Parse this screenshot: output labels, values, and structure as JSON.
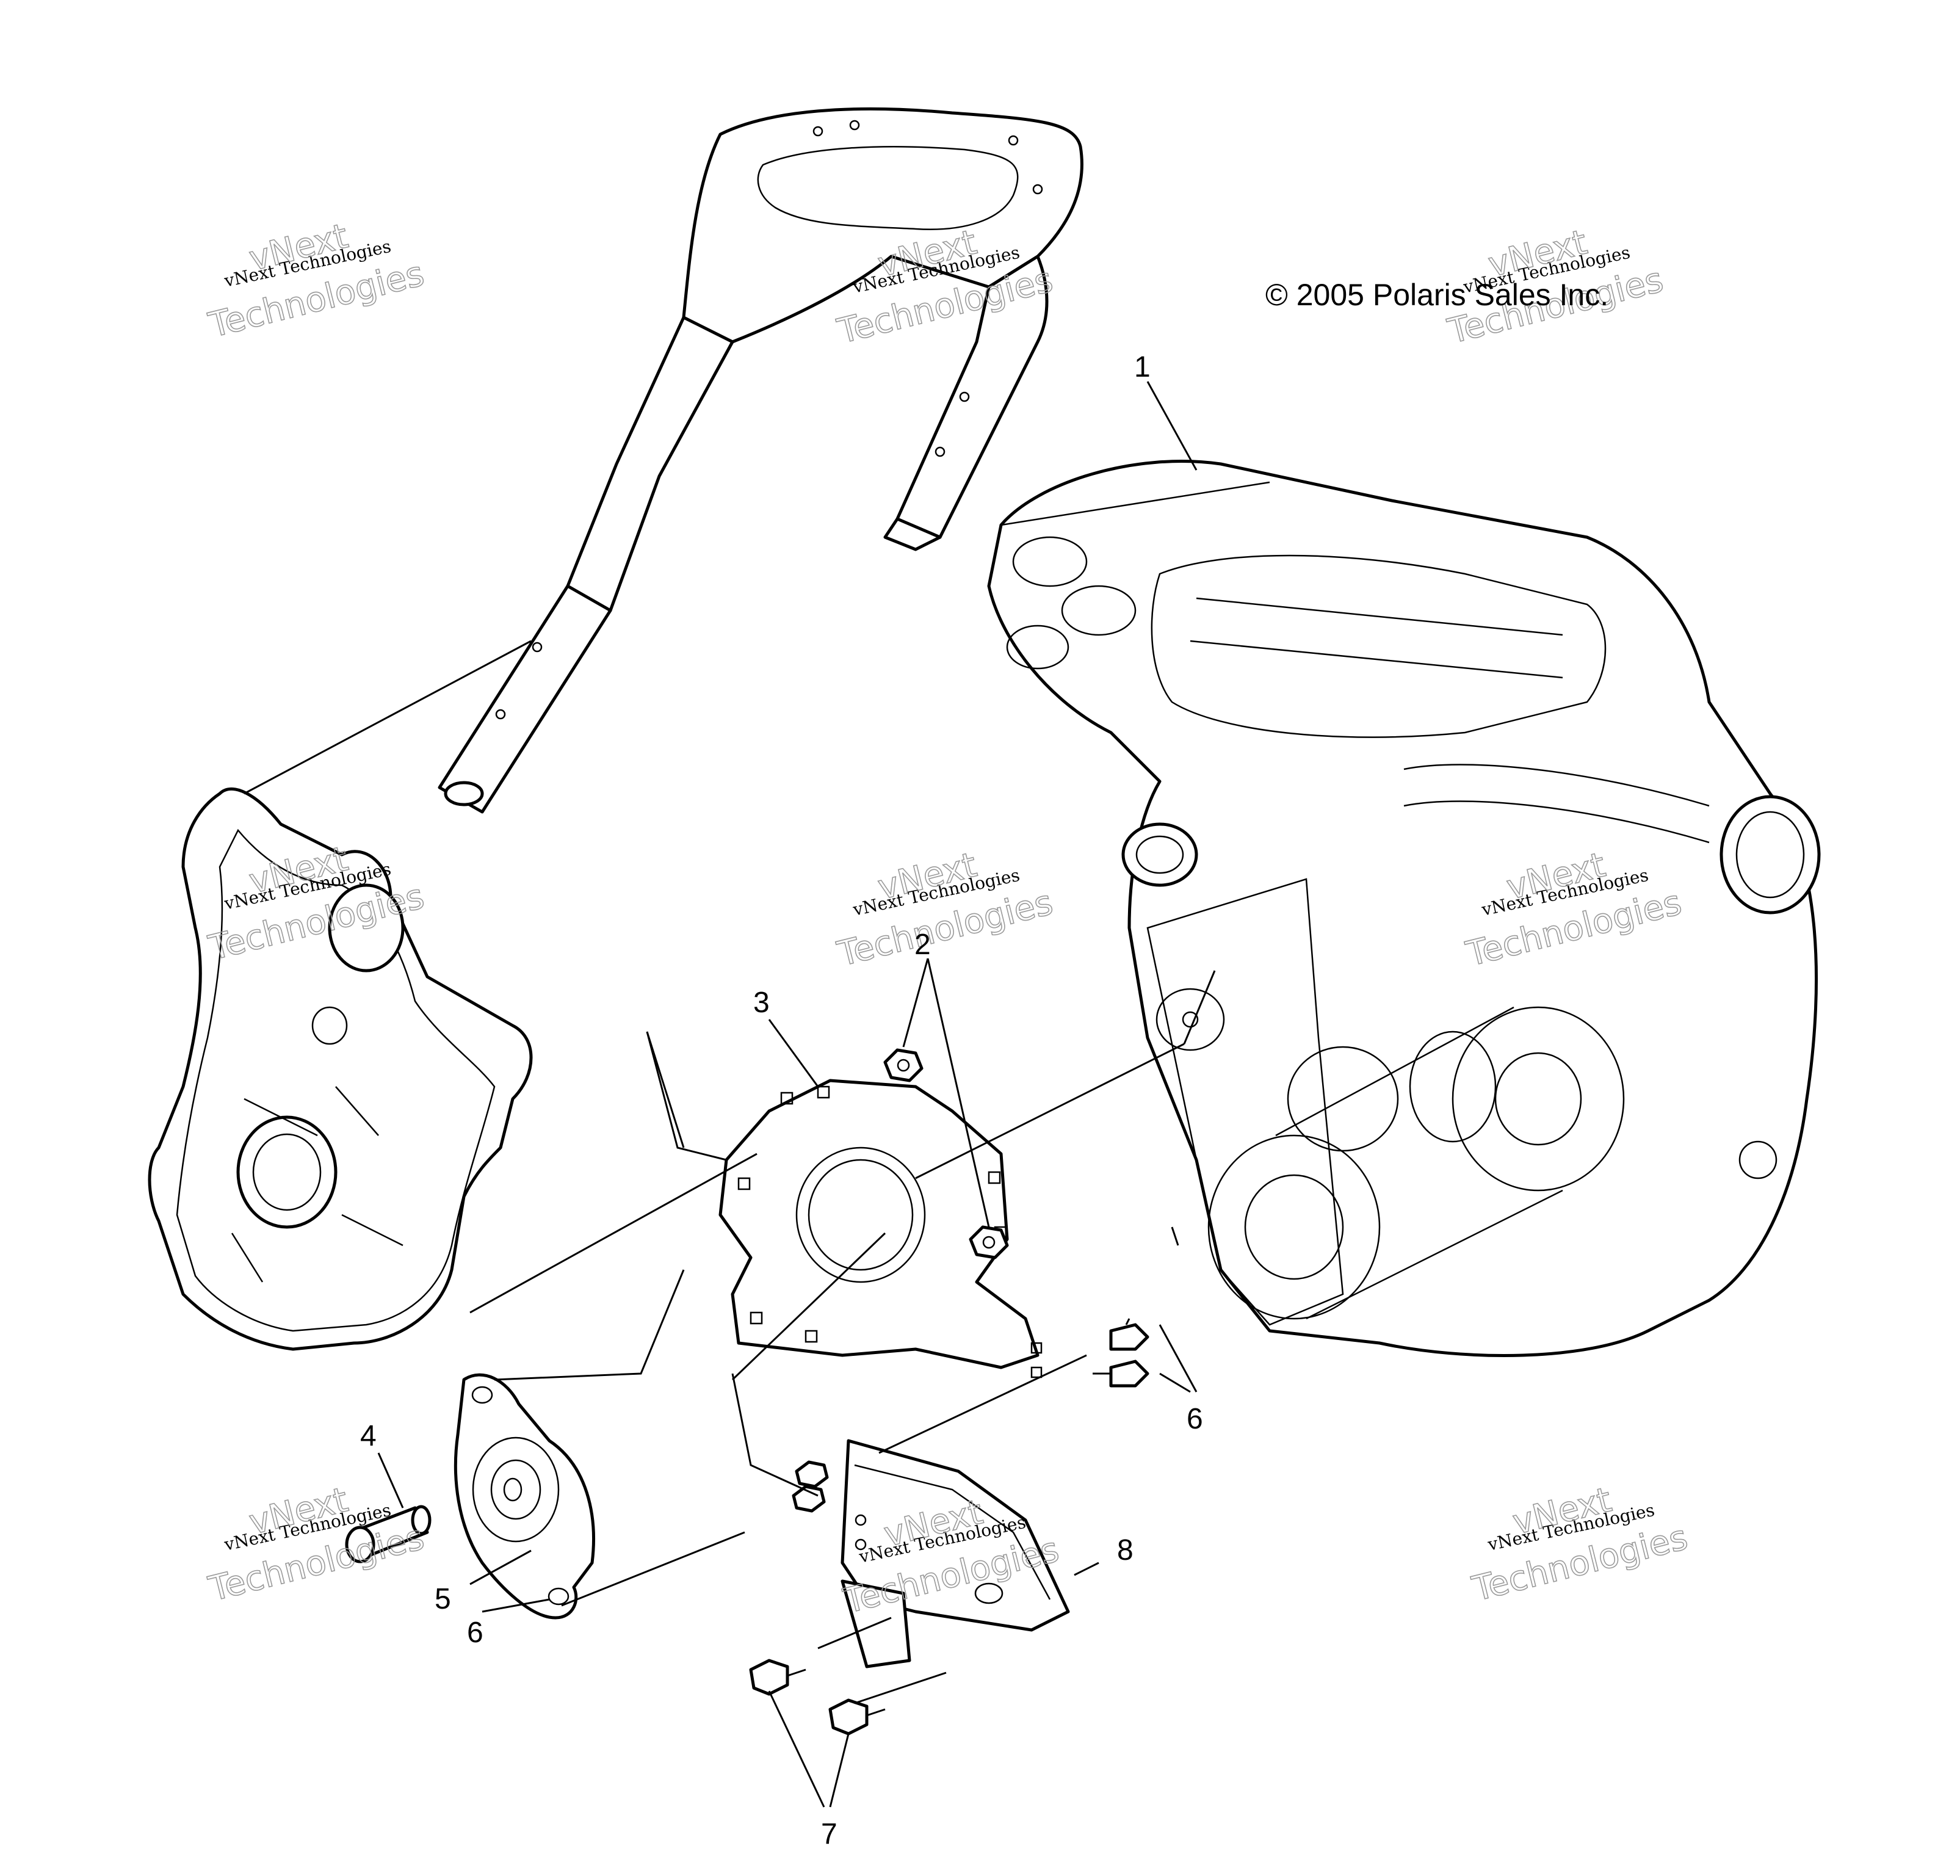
{
  "copyright": "© 2005 Polaris Sales Inc.",
  "watermark": {
    "line1": "vNext Technologies",
    "line2a": "vNext",
    "line2b": "Technologies"
  },
  "callouts": [
    {
      "id": "1",
      "label": "1"
    },
    {
      "id": "2",
      "label": "2"
    },
    {
      "id": "3",
      "label": "3"
    },
    {
      "id": "4",
      "label": "4"
    },
    {
      "id": "5",
      "label": "5"
    },
    {
      "id": "6a",
      "label": "6"
    },
    {
      "id": "6b",
      "label": "6"
    },
    {
      "id": "7",
      "label": "7"
    },
    {
      "id": "8",
      "label": "8"
    }
  ]
}
